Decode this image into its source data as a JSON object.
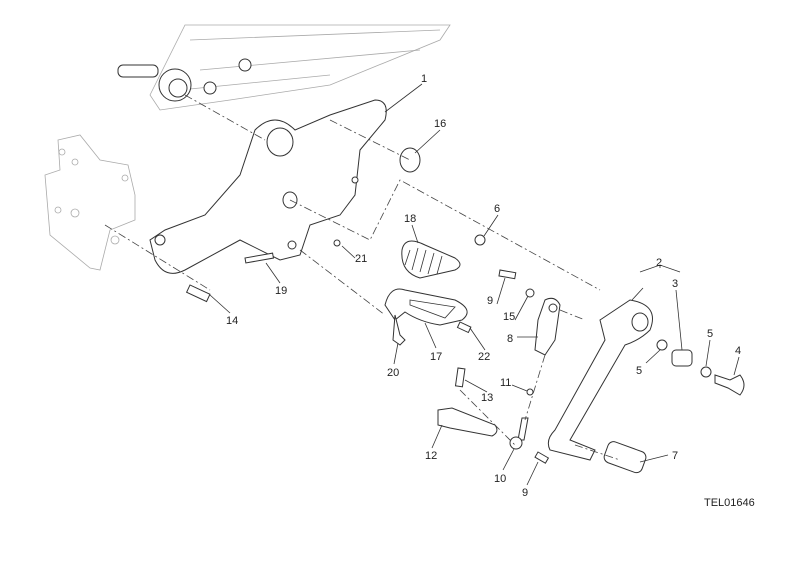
{
  "diagram": {
    "code": "TEL01646",
    "callouts": [
      {
        "id": "c1",
        "label": "1"
      },
      {
        "id": "c16",
        "label": "16"
      },
      {
        "id": "c6",
        "label": "6"
      },
      {
        "id": "c18",
        "label": "18"
      },
      {
        "id": "c21",
        "label": "21"
      },
      {
        "id": "c19",
        "label": "19"
      },
      {
        "id": "c14",
        "label": "14"
      },
      {
        "id": "c2",
        "label": "2"
      },
      {
        "id": "c3",
        "label": "3"
      },
      {
        "id": "c9a",
        "label": "9"
      },
      {
        "id": "c15",
        "label": "15"
      },
      {
        "id": "c8",
        "label": "8"
      },
      {
        "id": "c17",
        "label": "17"
      },
      {
        "id": "c22",
        "label": "22"
      },
      {
        "id": "c20",
        "label": "20"
      },
      {
        "id": "c5a",
        "label": "5"
      },
      {
        "id": "c4",
        "label": "4"
      },
      {
        "id": "c5b",
        "label": "5"
      },
      {
        "id": "c11",
        "label": "11"
      },
      {
        "id": "c13",
        "label": "13"
      },
      {
        "id": "c12",
        "label": "12"
      },
      {
        "id": "c10",
        "label": "10"
      },
      {
        "id": "c9b",
        "label": "9"
      },
      {
        "id": "c7",
        "label": "7"
      }
    ]
  }
}
